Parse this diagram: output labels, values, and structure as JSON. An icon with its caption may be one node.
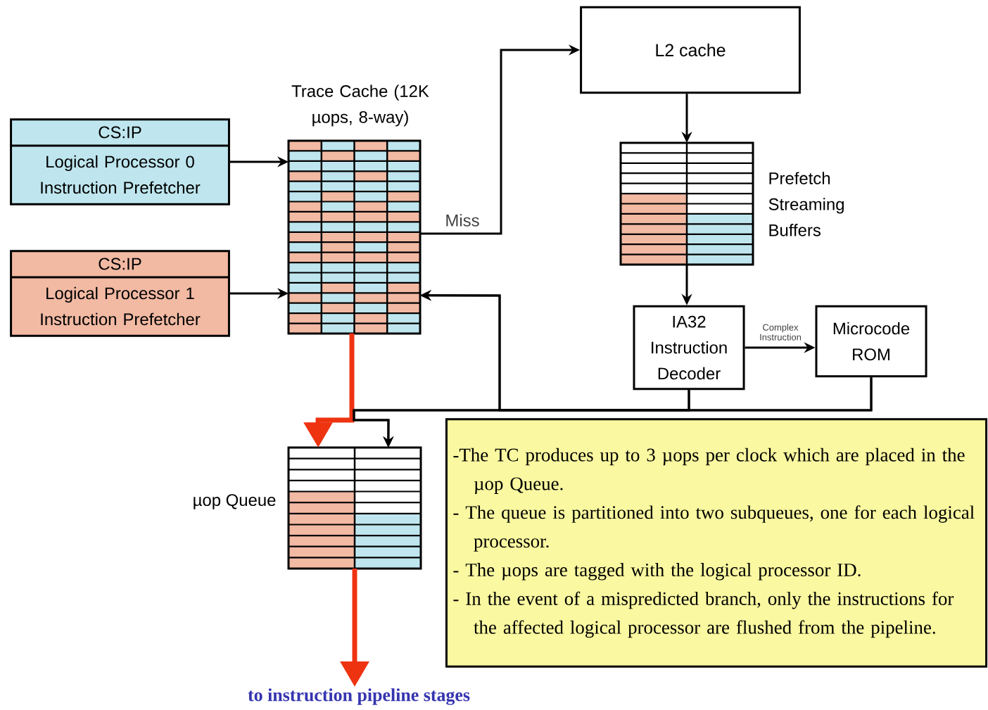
{
  "diagram": {
    "nodes": [
      {
        "text": [
          "CS:IP",
          "Logical Processor 0 Instruction Prefetcher"
        ]
      },
      {
        "text": [
          "CS:IP",
          "Logical Processor 1 Instruction Prefetcher"
        ]
      },
      {
        "text": [
          "Trace Cache (12K µops, 8-way)"
        ]
      },
      {
        "text": [
          "L2 cache"
        ]
      },
      {
        "text": [
          "Prefetch Streaming Buffers"
        ]
      },
      {
        "text": [
          "IA32 Instruction Decoder"
        ]
      },
      {
        "text": [
          "Microcode ROM"
        ]
      },
      {
        "text": [
          "µop Queue"
        ]
      },
      {
        "text": [
          "-The TC produces up to 3 µops per clock which are placed in the µop Queue.",
          "- The queue is partitioned into two subqueues, one for each logical processor.",
          "- The µops are tagged with the logical processor ID.",
          "- In the event of a mispredicted branch, only the instructions for the affected logical processor are flushed from the pipeline."
        ]
      },
      {
        "text": [
          "to instruction pipeline stages"
        ]
      }
    ],
    "edges": [
      {
        "from": 0,
        "to": 2,
        "arrow": "to"
      },
      {
        "from": 1,
        "to": 2,
        "arrow": "to"
      },
      {
        "from": 2,
        "to": 3,
        "arrow": "to",
        "label": "Miss"
      },
      {
        "from": 3,
        "to": 4,
        "arrow": "to"
      },
      {
        "from": 4,
        "to": 5,
        "arrow": "to"
      },
      {
        "from": 5,
        "to": 6,
        "arrow": "to",
        "label": "Complex Instruction"
      },
      {
        "from": 5,
        "to": 2,
        "arrow": "to"
      },
      {
        "from": 6,
        "to": 2,
        "arrow": "to"
      },
      {
        "from": 2,
        "to": 7,
        "arrow": "to",
        "style": "thick",
        "color": "#ee3311"
      },
      {
        "from": 5,
        "to": 7,
        "arrow": "to"
      },
      {
        "from": 6,
        "to": 7,
        "arrow": "to"
      },
      {
        "from": 7,
        "to": 9,
        "arrow": "to",
        "style": "thick",
        "color": "#ee3311"
      }
    ]
  }
}
